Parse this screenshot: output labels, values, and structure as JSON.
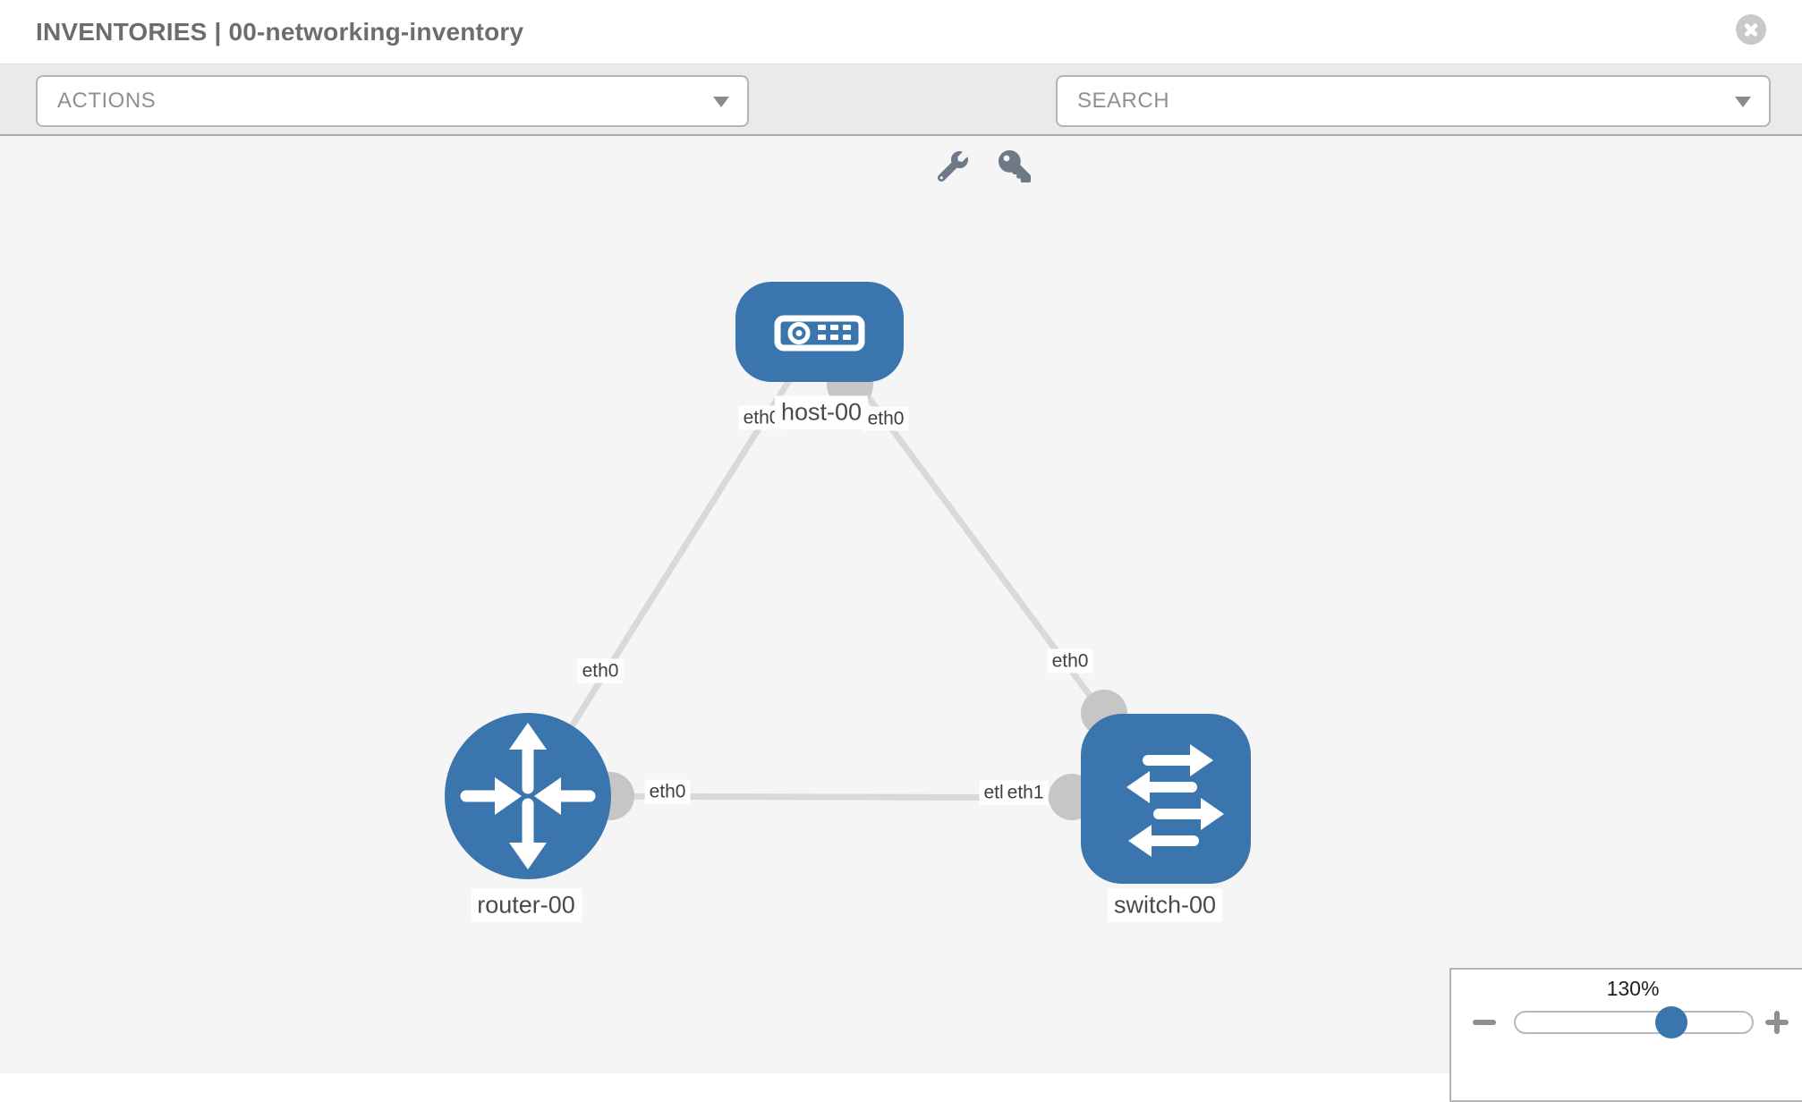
{
  "header": {
    "title": "INVENTORIES | 00-networking-inventory"
  },
  "toolbar": {
    "actions_label": "ACTIONS",
    "search_label": "SEARCH"
  },
  "topology": {
    "nodes": [
      {
        "id": "host-00",
        "type": "host",
        "label": "host-00"
      },
      {
        "id": "router-00",
        "type": "router",
        "label": "router-00"
      },
      {
        "id": "switch-00",
        "type": "switch",
        "label": "switch-00"
      }
    ],
    "links": [
      {
        "from": "host-00",
        "to": "router-00",
        "from_interface": "eth0",
        "to_interface": "eth0"
      },
      {
        "from": "host-00",
        "to": "switch-00",
        "from_interface": "eth0",
        "to_interface": "eth0"
      },
      {
        "from": "router-00",
        "to": "switch-00",
        "from_interface": "eth0",
        "to_interface": "eth1",
        "overlapped_label_fragment": "etl"
      }
    ]
  },
  "zoom_control": {
    "level": "130%"
  },
  "colors": {
    "node_blue": "#3a76ad",
    "link_gray": "#d9d9d9",
    "port_gray": "#c6c6c6"
  }
}
